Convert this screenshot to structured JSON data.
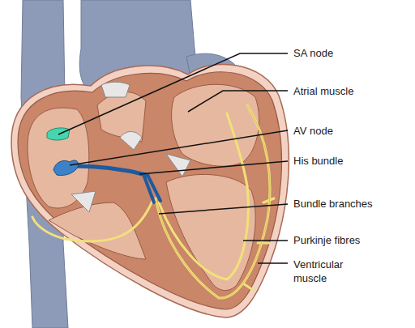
{
  "diagram": {
    "labels": [
      "SA node",
      "Atrial muscle",
      "AV node",
      "His bundle",
      "Bundle branches",
      "Purkinje fibres",
      "Ventricular muscle"
    ]
  }
}
